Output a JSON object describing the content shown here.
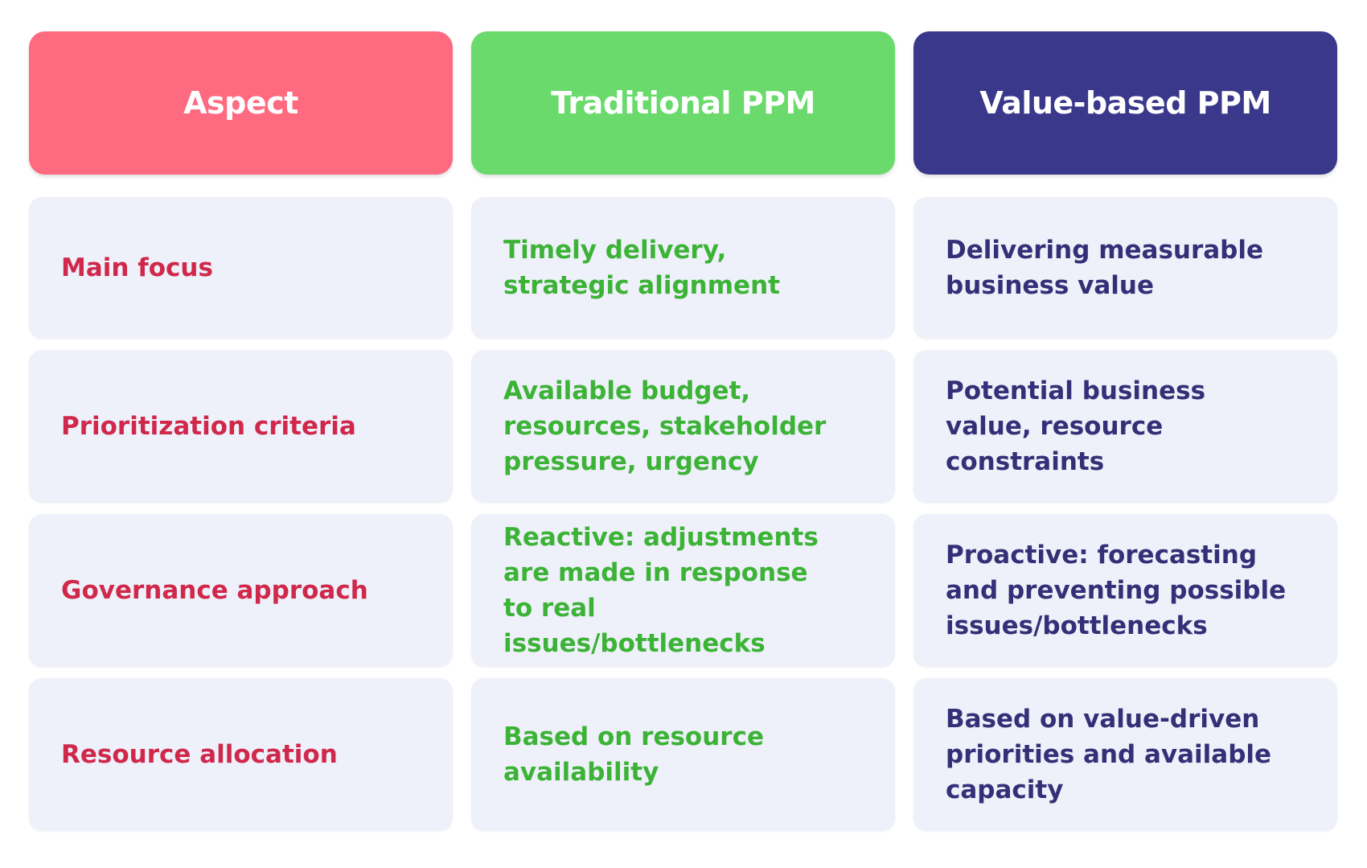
{
  "headers": {
    "aspect": "Aspect",
    "traditional": "Traditional PPM",
    "value_based": "Value-based PPM"
  },
  "rows": [
    {
      "aspect": "Main focus",
      "traditional": "Timely delivery,\nstrategic alignment",
      "value_based": "Delivering measurable\nbusiness value"
    },
    {
      "aspect": "Prioritization criteria",
      "traditional": "Available budget,\nresources, stakeholder\npressure, urgency",
      "value_based": "Potential business\nvalue, resource\nconstraints"
    },
    {
      "aspect": "Governance approach",
      "traditional": "Reactive: adjustments\nare made in response\nto real issues/bottlenecks",
      "value_based": "Proactive: forecasting\nand preventing possible\nissues/bottlenecks"
    },
    {
      "aspect": "Resource allocation",
      "traditional": "Based on resource\navailability",
      "value_based": "Based on value-driven\npriorities and available\ncapacity"
    }
  ],
  "colors": {
    "aspect_header": "#fe6a80",
    "traditional_header": "#69da6b",
    "value_header": "#3a388b",
    "aspect_text": "#d0284a",
    "traditional_text": "#3cb336",
    "value_text": "#333077",
    "cell_background": "#eef0fa"
  }
}
